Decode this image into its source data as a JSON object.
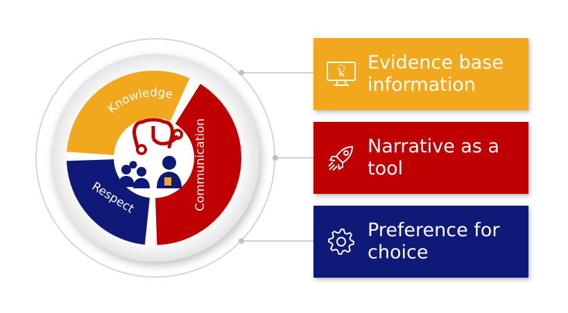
{
  "colors": {
    "yellow": "#F2A81D",
    "red": "#C00000",
    "navy": "#0F1A78",
    "ring": "#D9D9D9",
    "connector": "#BFBFBF"
  },
  "wheel": {
    "segments": [
      {
        "label": "Knowledge",
        "color": "#F2A81D"
      },
      {
        "label": "Communication",
        "color": "#C00000"
      },
      {
        "label": "Respect",
        "color": "#0F1A78"
      }
    ],
    "center_icon": "stethoscope-with-people-icon"
  },
  "cards": [
    {
      "lines": [
        "Evidence base",
        "information"
      ],
      "color": "#F2A81D",
      "icon": "computer-monitor-icon"
    },
    {
      "lines": [
        "Narrative as a",
        "tool"
      ],
      "color": "#C00000",
      "icon": "rocket-icon"
    },
    {
      "lines": [
        "Preference for",
        "choice"
      ],
      "color": "#0F1A78",
      "icon": "gear-icon"
    }
  ]
}
